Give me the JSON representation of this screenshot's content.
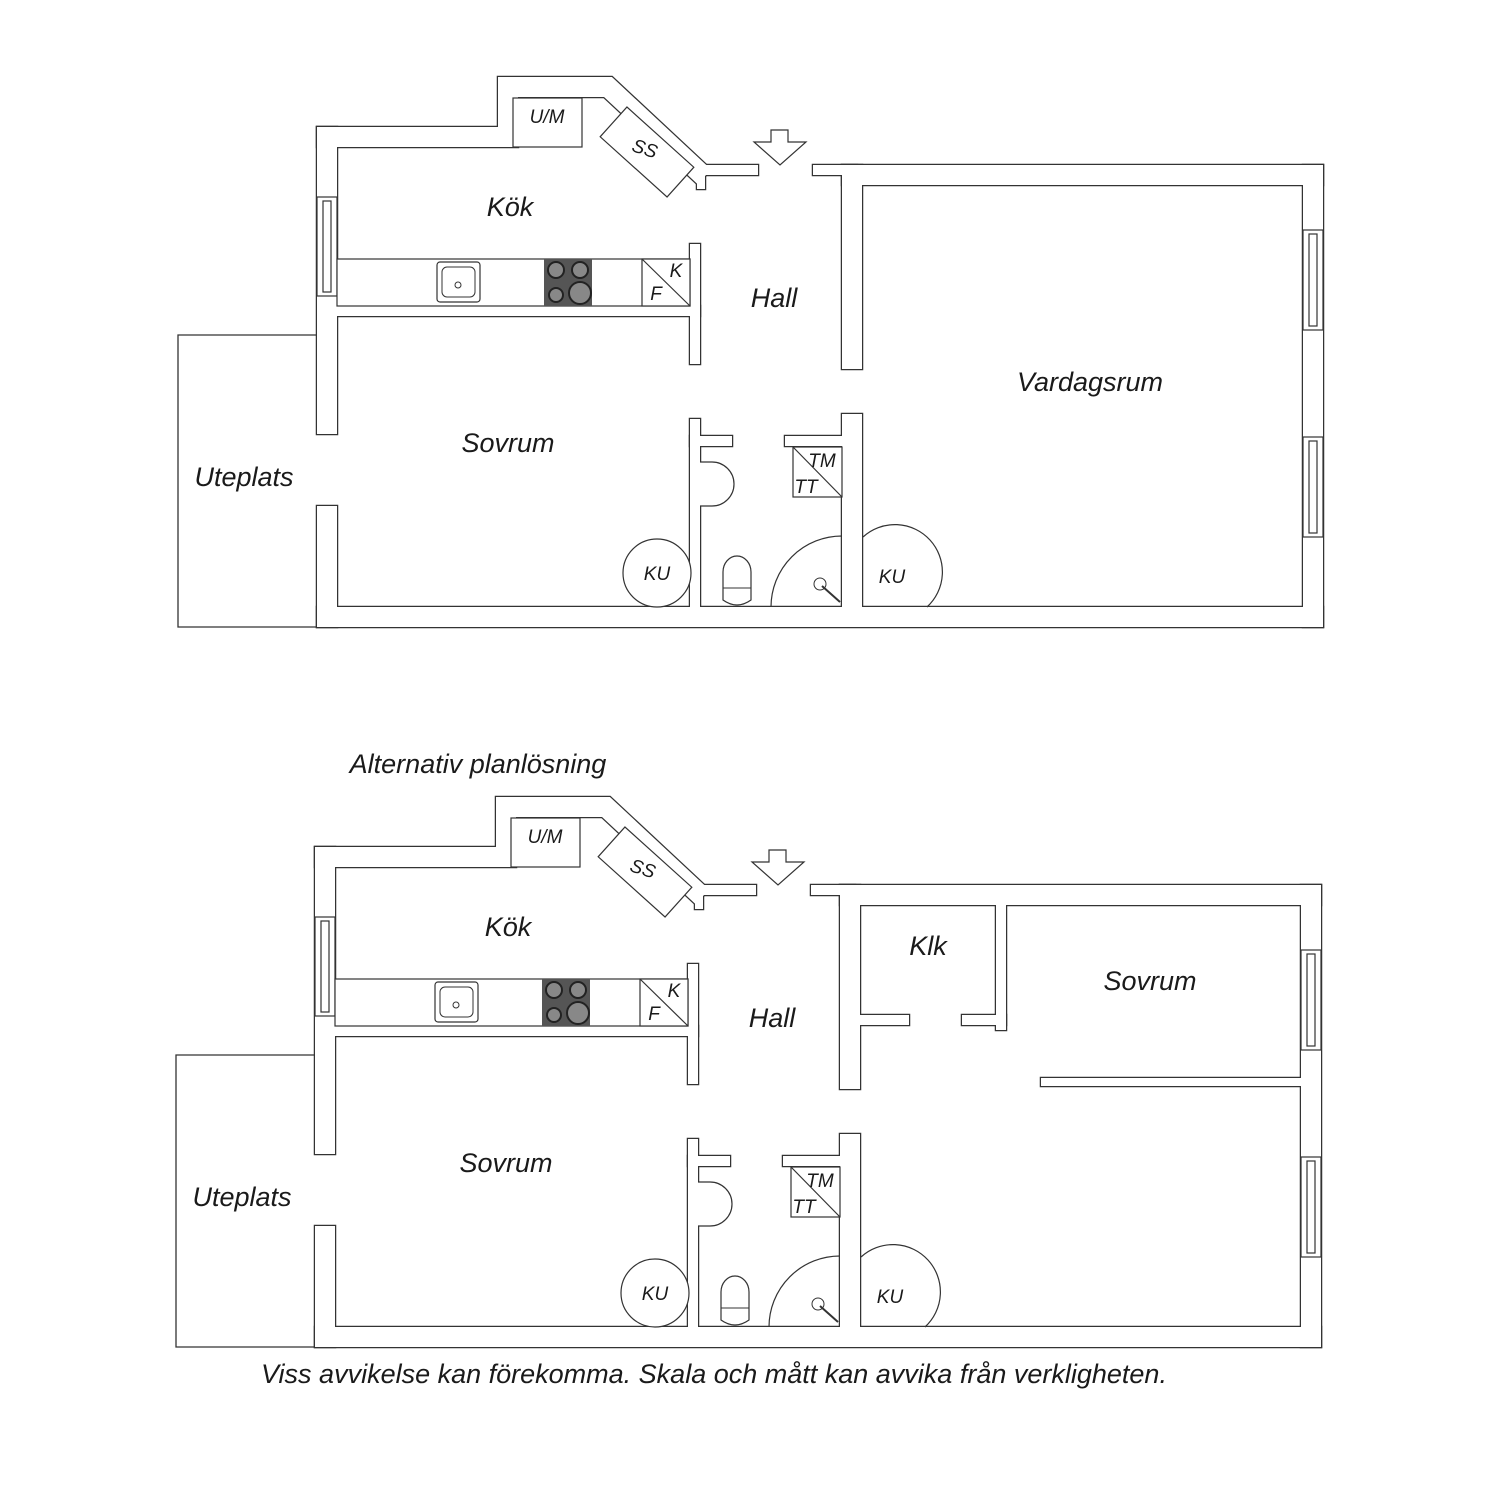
{
  "colors": {
    "wall": "#333333",
    "stove": "#555555",
    "background": "#ffffff"
  },
  "plans": [
    {
      "labels": {
        "kitchen": "Kök",
        "hall": "Hall",
        "living": "Vardagsrum",
        "bedroom": "Sovrum",
        "patio": "Uteplats",
        "um": "U/M",
        "ss": "SS",
        "k": "K",
        "f": "F",
        "tm": "TM",
        "tt": "TT",
        "ku1": "KU",
        "ku2": "KU"
      }
    },
    {
      "title": "Alternativ planlösning",
      "labels": {
        "kitchen": "Kök",
        "hall": "Hall",
        "closet": "Klk",
        "bedroom2": "Sovrum",
        "bedroom": "Sovrum",
        "patio": "Uteplats",
        "um": "U/M",
        "ss": "SS",
        "k": "K",
        "f": "F",
        "tm": "TM",
        "tt": "TT",
        "ku1": "KU",
        "ku2": "KU"
      }
    }
  ],
  "footer": "Viss avvikelse kan förekomma. Skala och mått kan avvika från verkligheten."
}
